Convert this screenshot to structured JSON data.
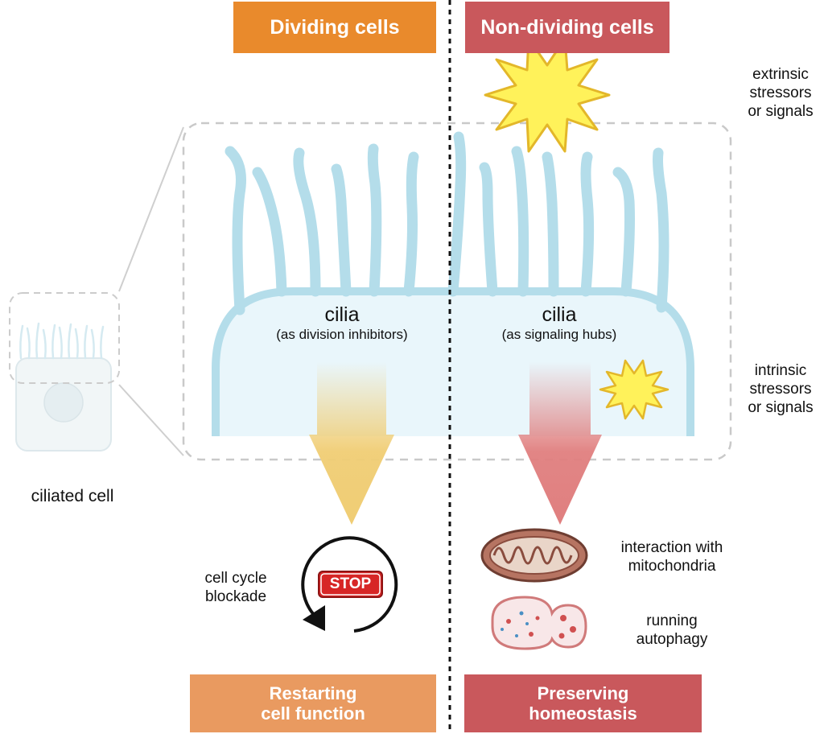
{
  "headers": {
    "dividing": "Dividing cells",
    "non_dividing": "Non-dividing cells"
  },
  "left_panel": {
    "cilia_title": "cilia",
    "cilia_subtitle": "(as division inhibitors)",
    "outcome_line1": "cell cycle",
    "outcome_line2": "blockade",
    "stop_sign": "STOP",
    "footer_line1": "Restarting",
    "footer_line2": "cell function"
  },
  "right_panel": {
    "cilia_title": "cilia",
    "cilia_subtitle": "(as signaling hubs)",
    "outcome1_line1": "interaction with",
    "outcome1_line2": "mitochondria",
    "outcome2_line1": "running",
    "outcome2_line2": "autophagy",
    "footer_line1": "Preserving",
    "footer_line2": "homeostasis"
  },
  "side_labels": {
    "extrinsic_line1": "extrinsic",
    "extrinsic_line2": "stressors",
    "extrinsic_line3": "or signals",
    "intrinsic_line1": "intrinsic",
    "intrinsic_line2": "stressors",
    "intrinsic_line3": "or signals",
    "ciliated_cell": "ciliated cell"
  },
  "colors": {
    "dividing_header": "#E98A2C",
    "non_dividing_header": "#C9585C",
    "restarting_footer": "#E99A60",
    "preserving_footer": "#C9585C",
    "cilia": "#B4DDEA",
    "cell_fill": "#E9F6FB",
    "left_arrow": "#F0CD74",
    "right_arrow": "#E07F7F",
    "stressor_star": "#FFF25A",
    "stop_sign": "#D72626"
  }
}
